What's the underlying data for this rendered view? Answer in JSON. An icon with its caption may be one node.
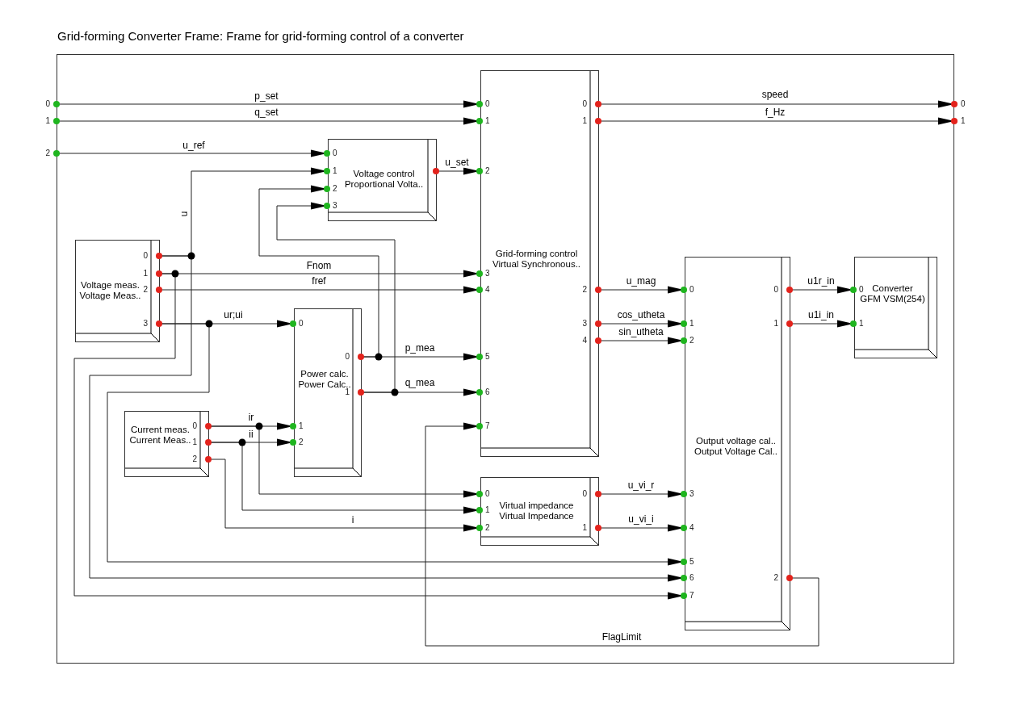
{
  "diagram": {
    "nodes": [
      {
        "text": [
          "Grid-forming Converter Frame: Frame for grid-forming control of a converter"
        ]
      },
      {
        "text": [
          "Voltage control",
          "Proportional Volta.."
        ],
        "in": 0
      },
      {
        "text": [
          "Grid-forming control",
          "Virtual Synchronous.."
        ],
        "in": 0
      },
      {
        "text": [
          "Voltage meas.",
          "Voltage Meas.."
        ],
        "in": 0
      },
      {
        "text": [
          "Power calc.",
          "Power Calc.."
        ],
        "in": 0
      },
      {
        "text": [
          "Current meas.",
          "Current Meas.."
        ],
        "in": 0
      },
      {
        "text": [
          "Virtual impedance",
          "Virtual Impedance"
        ],
        "in": 0
      },
      {
        "text": [
          "Output voltage cal..",
          "Output Voltage Cal.."
        ],
        "in": 0
      },
      {
        "text": [
          "Converter",
          "GFM VSM(254)"
        ],
        "in": 0
      }
    ],
    "edges": [
      {
        "from": 0,
        "to": 2,
        "arrow": "to",
        "label": "p_set"
      },
      {
        "from": 0,
        "to": 2,
        "arrow": "to",
        "label": "q_set"
      },
      {
        "from": 0,
        "to": 1,
        "arrow": "to",
        "label": "u_ref"
      },
      {
        "from": 1,
        "to": 2,
        "arrow": "to",
        "label": "u_set"
      },
      {
        "from": 2,
        "to": 0,
        "arrow": "to",
        "label": "speed"
      },
      {
        "from": 2,
        "to": 0,
        "arrow": "to",
        "label": "f_Hz"
      },
      {
        "from": 3,
        "to": 1,
        "arrow": "to",
        "label": "u"
      },
      {
        "from": 3,
        "to": 7,
        "arrow": "to"
      },
      {
        "from": 3,
        "to": 2,
        "arrow": "to",
        "label": "Fnom"
      },
      {
        "from": 3,
        "to": 7,
        "arrow": "to"
      },
      {
        "from": 3,
        "to": 2,
        "arrow": "to",
        "label": "fref"
      },
      {
        "from": 3,
        "to": 4,
        "arrow": "to",
        "label": "ur;ui"
      },
      {
        "from": 3,
        "to": 7,
        "arrow": "to"
      },
      {
        "from": 4,
        "to": 2,
        "arrow": "to",
        "label": "p_mea"
      },
      {
        "from": 4,
        "to": 1,
        "arrow": "to"
      },
      {
        "from": 4,
        "to": 2,
        "arrow": "to",
        "label": "q_mea"
      },
      {
        "from": 4,
        "to": 1,
        "arrow": "to"
      },
      {
        "from": 5,
        "to": 4,
        "arrow": "to",
        "label": "ir"
      },
      {
        "from": 5,
        "to": 6,
        "arrow": "to"
      },
      {
        "from": 5,
        "to": 4,
        "arrow": "to",
        "label": "ii"
      },
      {
        "from": 5,
        "to": 6,
        "arrow": "to"
      },
      {
        "from": 5,
        "to": 6,
        "arrow": "to",
        "label": "i"
      },
      {
        "from": 2,
        "to": 7,
        "arrow": "to",
        "label": "u_mag"
      },
      {
        "from": 2,
        "to": 7,
        "arrow": "to",
        "label": "cos_utheta"
      },
      {
        "from": 2,
        "to": 7,
        "arrow": "to",
        "label": "sin_utheta"
      },
      {
        "from": 6,
        "to": 7,
        "arrow": "to",
        "label": "u_vi_r"
      },
      {
        "from": 6,
        "to": 7,
        "arrow": "to",
        "label": "u_vi_i"
      },
      {
        "from": 7,
        "to": 8,
        "arrow": "to",
        "label": "u1r_in"
      },
      {
        "from": 7,
        "to": 8,
        "arrow": "to",
        "label": "u1i_in"
      },
      {
        "from": 7,
        "to": 2,
        "arrow": "to",
        "label": "FlagLimit"
      }
    ],
    "labels": [
      "0",
      "1",
      "2",
      "0",
      "1",
      "0",
      "1",
      "2",
      "3",
      "0",
      "1",
      "2",
      "3",
      "4",
      "5",
      "6",
      "7",
      "0",
      "1",
      "2",
      "3",
      "4",
      "0",
      "1",
      "2",
      "3",
      "0",
      "1",
      "2",
      "0",
      "1",
      "0",
      "1",
      "2",
      "0",
      "1",
      "2",
      "0",
      "1",
      "0",
      "1",
      "2",
      "3",
      "4",
      "5",
      "6",
      "7",
      "0",
      "1",
      "2",
      "0",
      "1"
    ]
  }
}
